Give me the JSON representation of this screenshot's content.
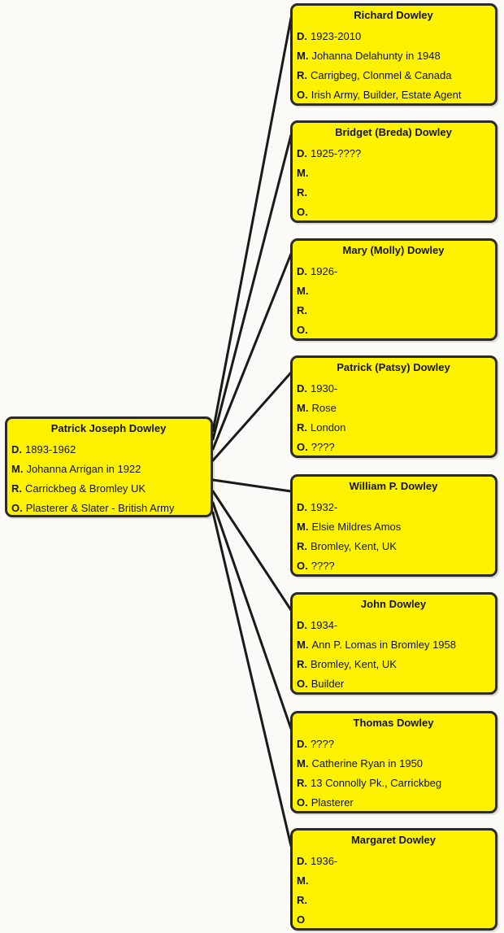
{
  "parent": {
    "name": "Patrick Joseph Dowley",
    "fields": [
      {
        "key": "D.",
        "value": "1893-1962"
      },
      {
        "key": "M.",
        "value": "Johanna Arrigan in 1922"
      },
      {
        "key": "R.",
        "value": "Carrickbeg & Bromley UK"
      },
      {
        "key": "O.",
        "value": "Plasterer & Slater - British Army"
      }
    ]
  },
  "children": [
    {
      "name": "Richard Dowley",
      "fields": [
        {
          "key": "D.",
          "value": "1923-2010"
        },
        {
          "key": "M.",
          "value": "Johanna Delahunty in 1948"
        },
        {
          "key": "R.",
          "value": "Carrigbeg, Clonmel & Canada"
        },
        {
          "key": "O.",
          "value": "Irish Army, Builder, Estate Agent"
        }
      ]
    },
    {
      "name": "Bridget (Breda) Dowley",
      "fields": [
        {
          "key": "D.",
          "value": "1925-????"
        },
        {
          "key": "M.",
          "value": ""
        },
        {
          "key": "R.",
          "value": ""
        },
        {
          "key": "O.",
          "value": ""
        }
      ]
    },
    {
      "name": "Mary (Molly) Dowley",
      "fields": [
        {
          "key": "D.",
          "value": "1926-"
        },
        {
          "key": "M.",
          "value": ""
        },
        {
          "key": "R.",
          "value": ""
        },
        {
          "key": "O.",
          "value": ""
        }
      ]
    },
    {
      "name": "Patrick (Patsy) Dowley",
      "fields": [
        {
          "key": "D.",
          "value": "1930-"
        },
        {
          "key": "M.",
          "value": "Rose"
        },
        {
          "key": "R.",
          "value": "London"
        },
        {
          "key": "O.",
          "value": "????"
        }
      ]
    },
    {
      "name": "William P. Dowley",
      "fields": [
        {
          "key": "D.",
          "value": "1932-"
        },
        {
          "key": "M.",
          "value": "Elsie Mildres Amos"
        },
        {
          "key": "R.",
          "value": "Bromley, Kent, UK"
        },
        {
          "key": "O.",
          "value": "????"
        }
      ]
    },
    {
      "name": "John Dowley",
      "fields": [
        {
          "key": "D.",
          "value": "1934-"
        },
        {
          "key": "M.",
          "value": "Ann P. Lomas in Bromley 1958"
        },
        {
          "key": "R.",
          "value": "Bromley, Kent, UK"
        },
        {
          "key": "O.",
          "value": "Builder"
        }
      ]
    },
    {
      "name": "Thomas Dowley",
      "fields": [
        {
          "key": "D.",
          "value": "????"
        },
        {
          "key": "M.",
          "value": "Catherine Ryan in 1950"
        },
        {
          "key": "R.",
          "value": "13 Connolly Pk., Carrickbeg"
        },
        {
          "key": "O.",
          "value": "Plasterer"
        }
      ]
    },
    {
      "name": "Margaret Dowley",
      "fields": [
        {
          "key": "D.",
          "value": "1936-"
        },
        {
          "key": "M.",
          "value": ""
        },
        {
          "key": "R.",
          "value": ""
        },
        {
          "key": "O",
          "value": ""
        }
      ]
    }
  ]
}
